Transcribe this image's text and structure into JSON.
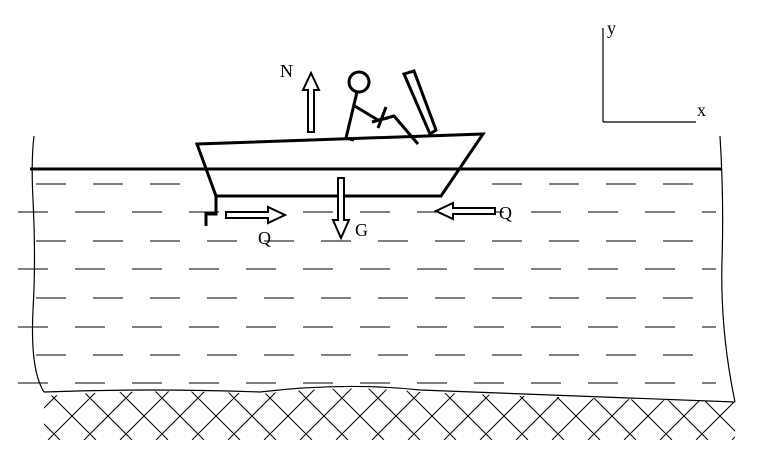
{
  "axes": {
    "x_label": "x",
    "y_label": "y"
  },
  "forces": {
    "normal": "N",
    "gravity": "G",
    "drag_left": "Q",
    "drag_right": "Q"
  },
  "colors": {
    "ink": "#000000",
    "background": "#ffffff"
  }
}
